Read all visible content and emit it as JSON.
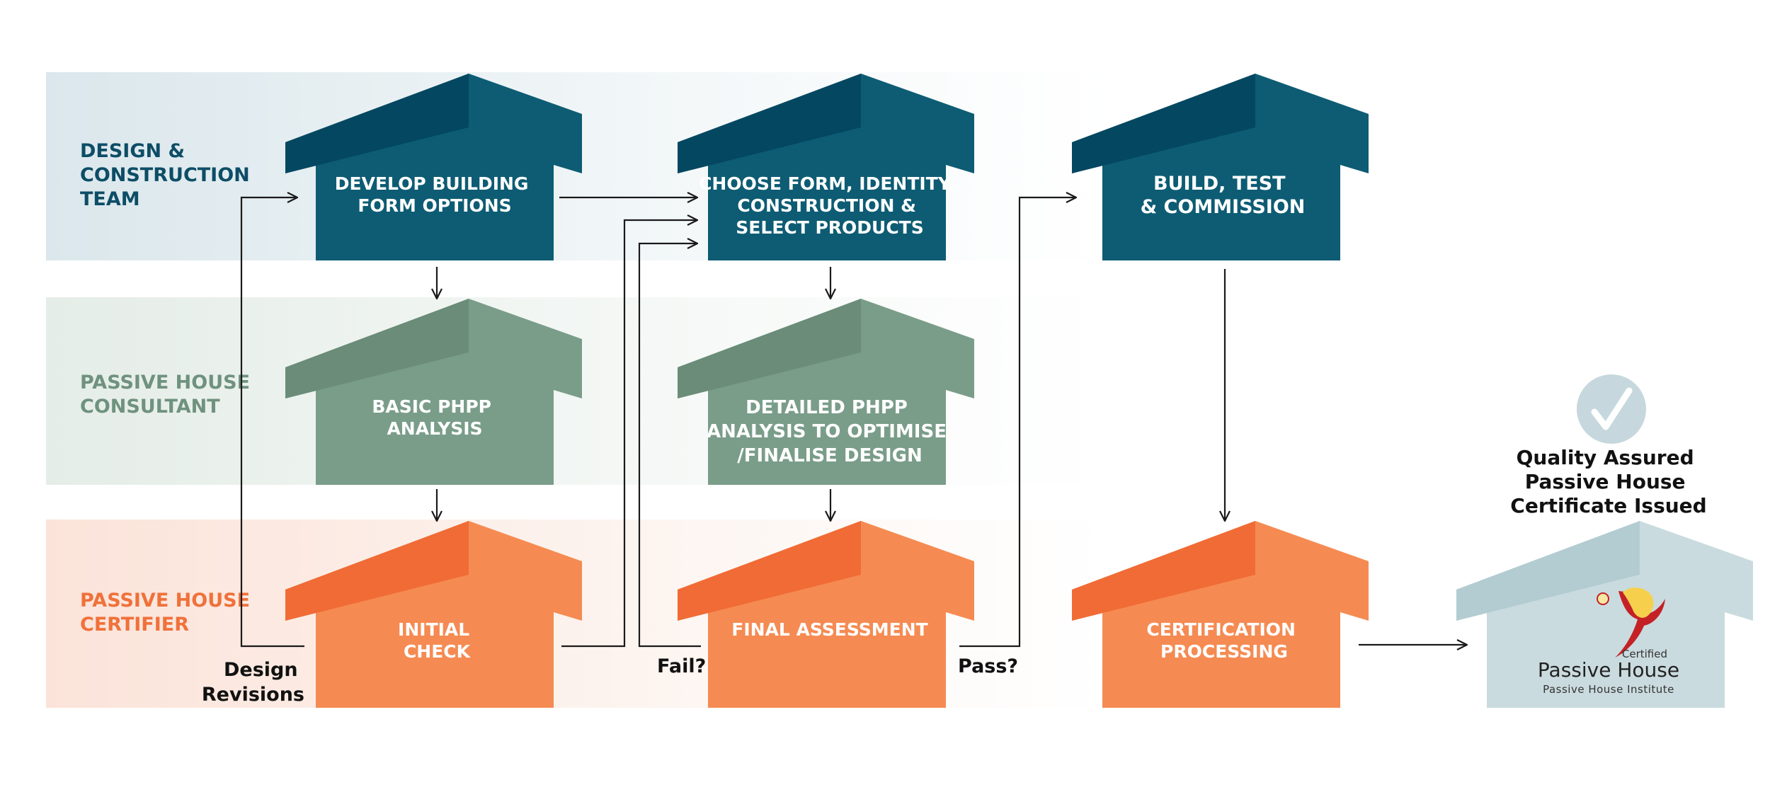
{
  "colors": {
    "design": "#0d5c73",
    "design_roof_dark": "#044761",
    "consultant": "#7a9d89",
    "consultant_roof_dark": "#6a8c78",
    "certifier": "#f58b52",
    "certifier_roof_dark": "#f06b35",
    "certified_house": "#cadbdf",
    "certified_roof_dark": "#b3ccd1",
    "lane_label_design": "#0d4d66",
    "lane_label_consultant": "#6f927e",
    "lane_label_certifier": "#f0713a",
    "check_badge": "#c6d8dd"
  },
  "lanes": {
    "design": {
      "label_lines": [
        "DESIGN &",
        "CONSTRUCTION",
        "TEAM"
      ]
    },
    "consultant": {
      "label_lines": [
        "PASSIVE HOUSE",
        "CONSULTANT"
      ]
    },
    "certifier": {
      "label_lines": [
        "PASSIVE HOUSE",
        "CERTIFIER"
      ]
    }
  },
  "steps": {
    "develop": {
      "lines": [
        "DEVELOP BUILDING",
        "FORM OPTIONS"
      ]
    },
    "choose": {
      "lines": [
        "CHOOSE FORM, IDENTITY,",
        "CONSTRUCTION &",
        "SELECT PRODUCTS"
      ]
    },
    "build": {
      "lines": [
        "BUILD, TEST",
        "& COMMISSION"
      ]
    },
    "basic_phpp": {
      "lines": [
        "BASIC PHPP",
        "ANALYSIS"
      ]
    },
    "detailed_phpp": {
      "lines": [
        "DETAILED PHPP",
        "ANALYSIS TO OPTIMISE",
        "/FINALISE DESIGN"
      ]
    },
    "initial_check": {
      "lines": [
        "INITIAL",
        "CHECK"
      ]
    },
    "final_assessment": {
      "lines": [
        "FINAL ASSESSMENT"
      ]
    },
    "certification": {
      "lines": [
        "CERTIFICATION",
        "PROCESSING"
      ]
    }
  },
  "notes": {
    "design_revisions": [
      "Design",
      "Revisions"
    ],
    "fail": "Fail?",
    "pass": "Pass?"
  },
  "outcome": {
    "check_icon": "checkmark-icon",
    "title_lines": [
      "Quality Assured",
      "Passive House",
      "Certificate Issued"
    ],
    "logo": {
      "certified": "Certified",
      "name": "Passive House",
      "institute": "Passive House Institute"
    }
  }
}
